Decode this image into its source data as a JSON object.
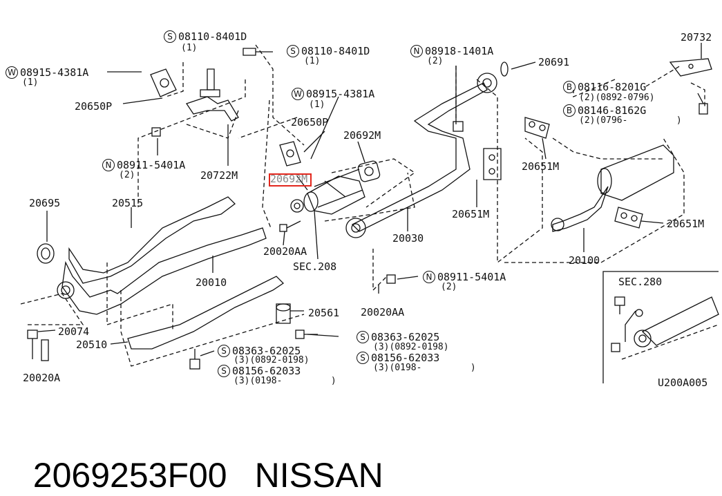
{
  "labels": {
    "p1": "08110-8401D",
    "p1q": "(1)",
    "p2": "08110-8401D",
    "p2q": "(1)",
    "p3": "08915-4381A",
    "p3q": "(1)",
    "p4": "08915-4381A",
    "p4q": "(1)",
    "p5": "08918-1401A",
    "p5q": "(2)",
    "p6": "08911-5401A",
    "p6q": "(2)",
    "p7": "08911-5401A",
    "p7q": "(2)",
    "p8": "08116-8201G",
    "p8q": "(2)(0892-0796)",
    "p9": "08146-8162G",
    "p9q": "(2)(0796-         )",
    "p10": "08363-62025",
    "p10q": "(3)(0892-0198)",
    "p11": "08156-62033",
    "p11q": "(3)(0198-         )",
    "p12": "08363-62025",
    "p12q": "(3)(0892-0198)",
    "p13": "08156-62033",
    "p13q": "(3)(0198-         )",
    "n20650P_a": "20650P",
    "n20650P_b": "20650P",
    "n20722M": "20722M",
    "n20692M": "20692M",
    "n20692M_hl": "20692M",
    "n20695": "20695",
    "n20515": "20515",
    "n20010": "20010",
    "n20020AA_a": "20020AA",
    "n20020AA_b": "20020AA",
    "n20020A": "20020A",
    "sec208": "SEC.208",
    "n20030": "20030",
    "n20691": "20691",
    "n20732": "20732",
    "n20651M_a": "20651M",
    "n20651M_b": "20651M",
    "n20651M_c": "20651M",
    "n20100": "20100",
    "n20561": "20561",
    "n20074": "20074",
    "n20510": "20510",
    "sec280": "SEC.280",
    "code": "U200A005"
  },
  "markers": {
    "s": "S",
    "w": "W",
    "n": "N",
    "b": "B"
  },
  "footer": {
    "part_number": "2069253F00",
    "brand": "NISSAN"
  },
  "colors": {
    "highlight": "#e2261c",
    "ink": "#111111"
  }
}
